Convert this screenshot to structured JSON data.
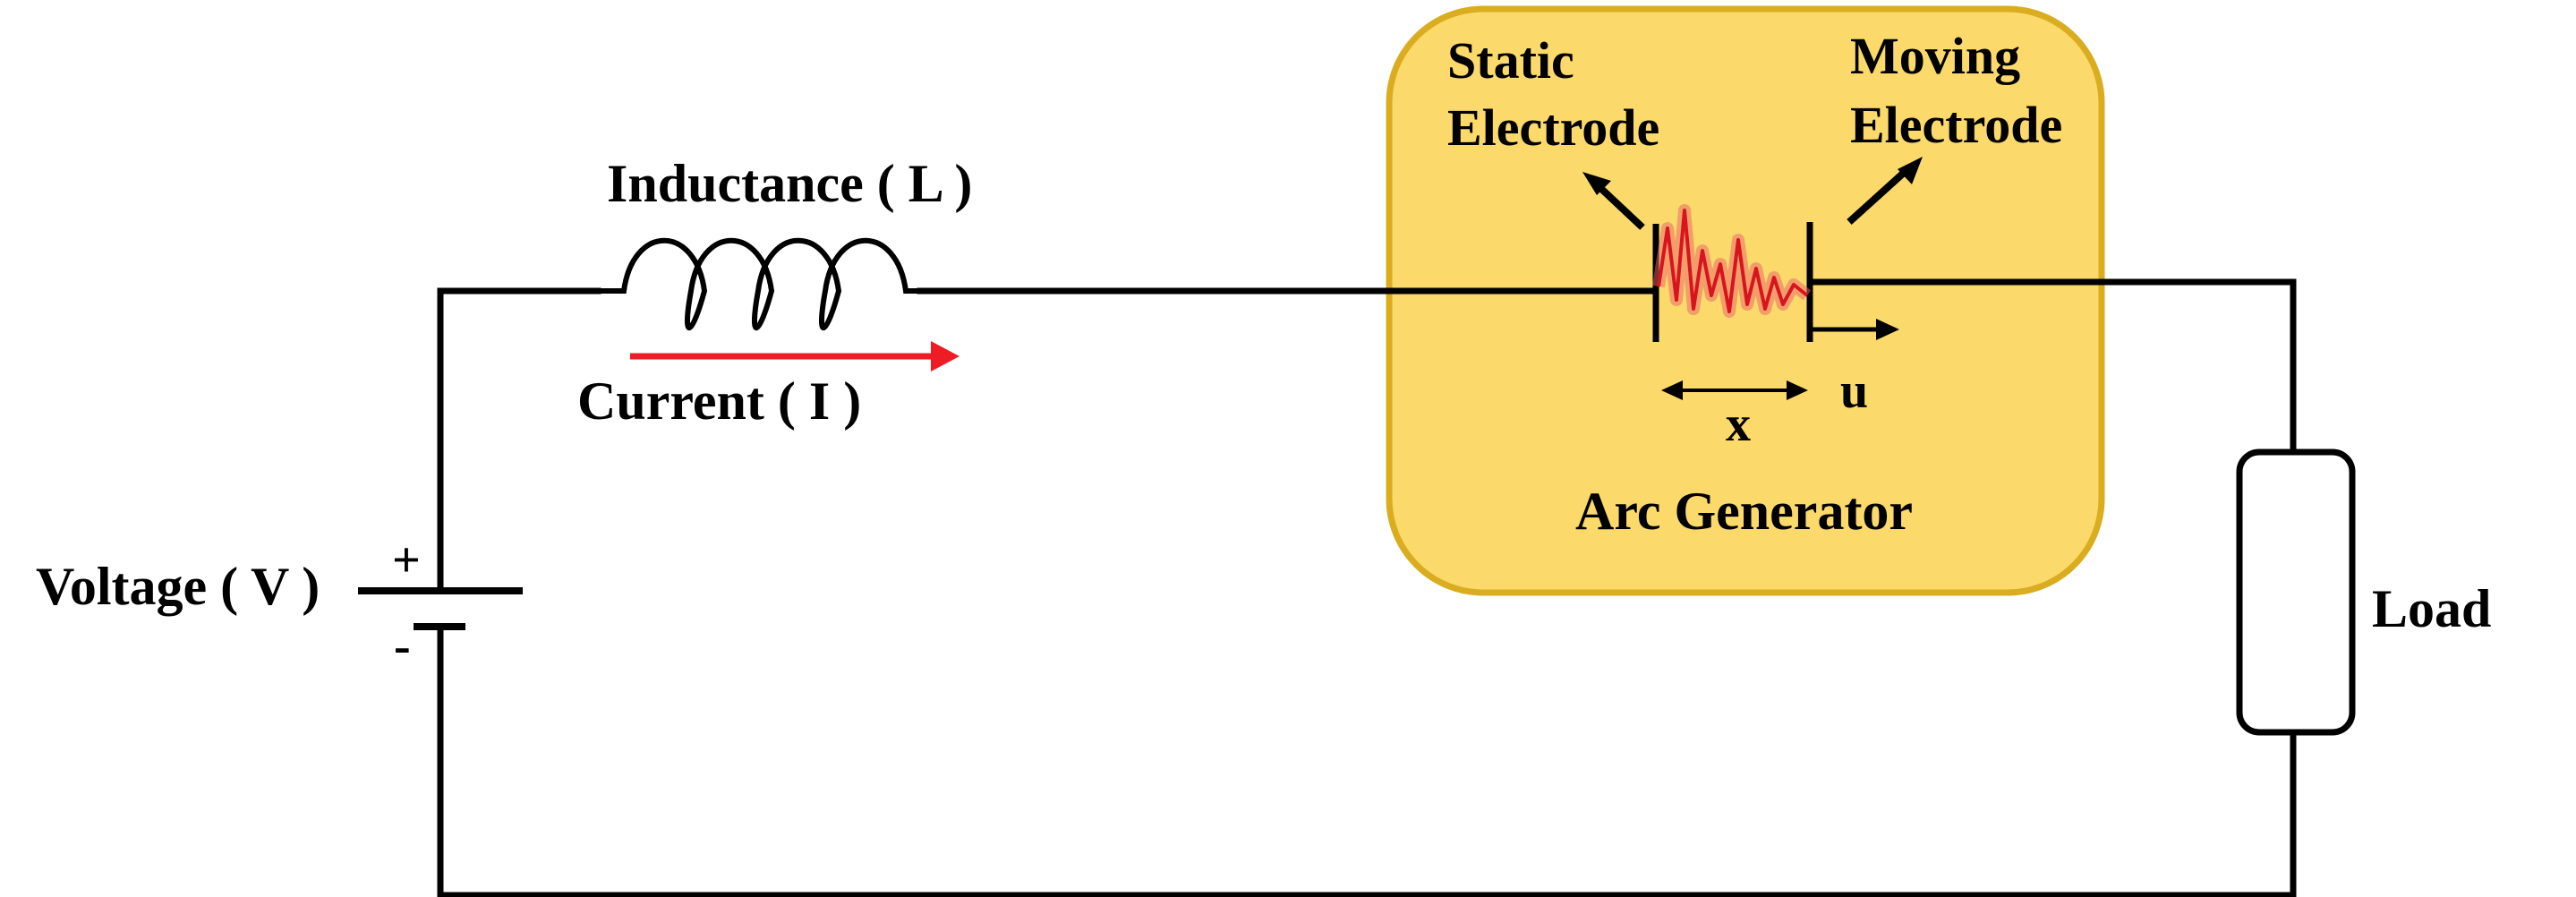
{
  "labels": {
    "inductance": "Inductance ( L )",
    "current": "Current ( I )",
    "voltage": "Voltage ( V )",
    "plus": "+",
    "minus": "-",
    "static_electrode_line1": "Static",
    "static_electrode_line2": "Electrode",
    "moving_electrode_line1": "Moving",
    "moving_electrode_line2": "Electrode",
    "gap": "x",
    "velocity": "u",
    "arc_generator": "Arc Generator",
    "load": "Load"
  },
  "colors": {
    "wire": "#000000",
    "current_arrow": "#ee1c24",
    "arc_box_fill": "#fbd96a",
    "arc_box_stroke": "#d9ad1f",
    "arc_glow": "#e9636b",
    "arc_core": "#d8141e"
  }
}
